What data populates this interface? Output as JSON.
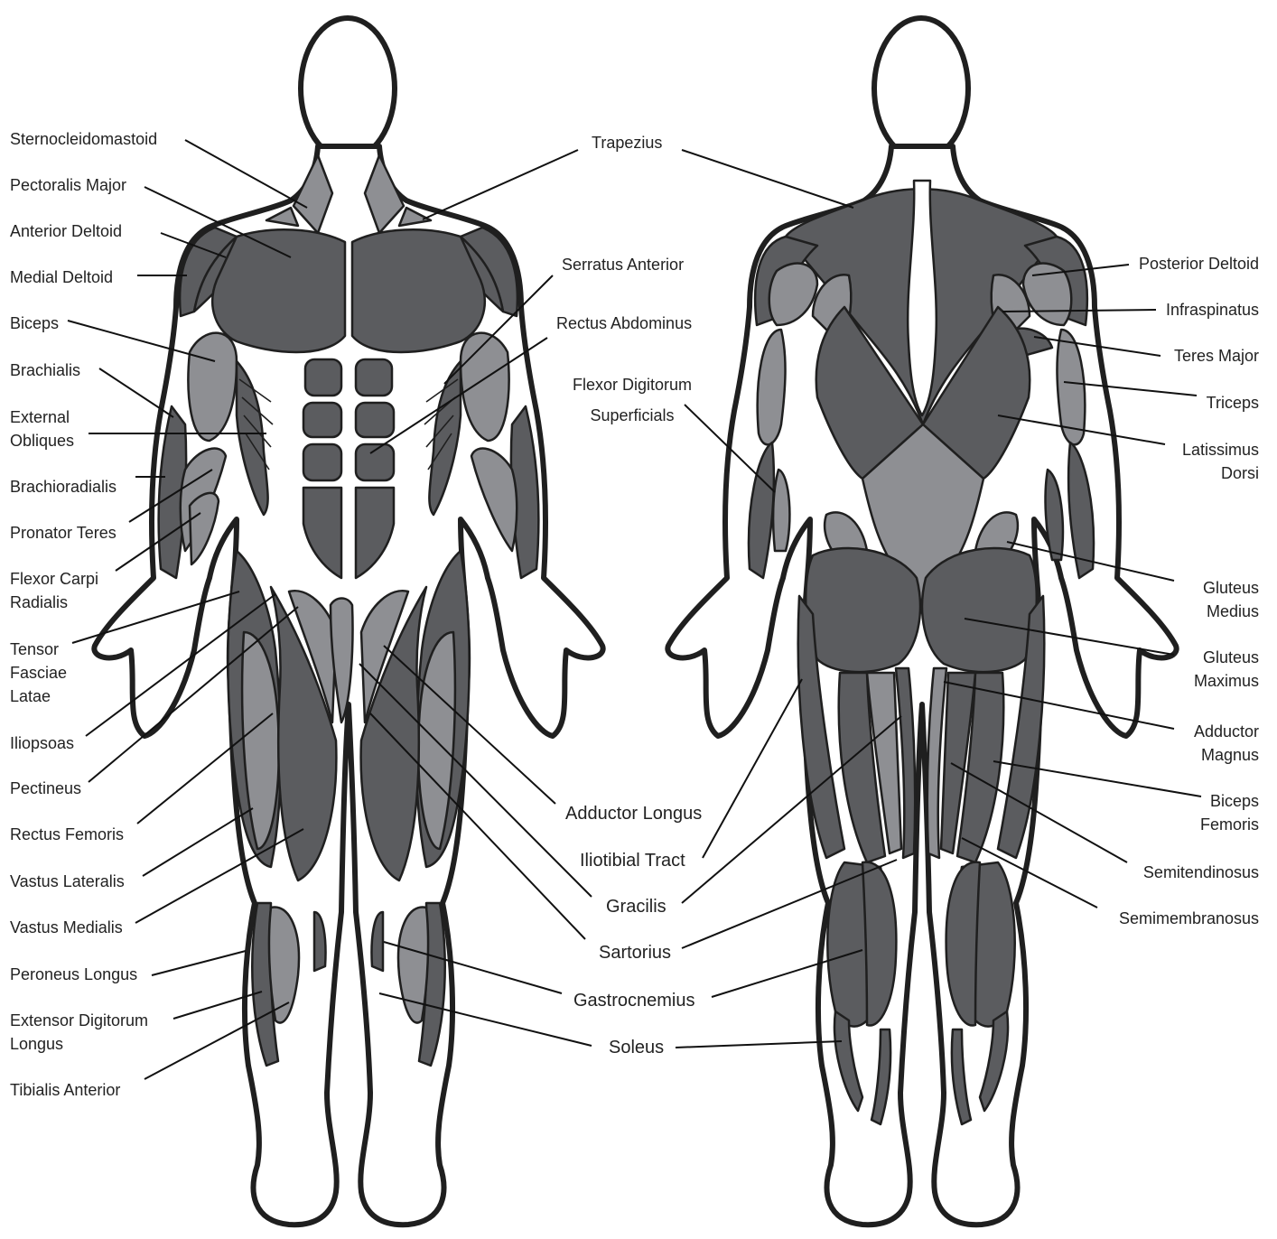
{
  "colors": {
    "outline": "#1f1f1f",
    "muscle_dark": "#5b5c5f",
    "muscle_light": "#8e8f93",
    "skin": "#ffffff",
    "label_text": "#222222"
  },
  "front_labels": {
    "sternocleidomastoid": "Sternocleidomastoid",
    "pectoralis_major": "Pectoralis Major",
    "anterior_deltoid": "Anterior Deltoid",
    "medial_deltoid": "Medial Deltoid",
    "biceps": "Biceps",
    "brachialis": "Brachialis",
    "external_obliques_1": "External",
    "external_obliques_2": "Obliques",
    "brachioradialis": "Brachioradialis",
    "pronator_teres": "Pronator Teres",
    "flexor_carpi_radialis_1": "Flexor Carpi",
    "flexor_carpi_radialis_2": "Radialis",
    "tensor_fasciae_latae_1": "Tensor",
    "tensor_fasciae_latae_2": "Fasciae",
    "tensor_fasciae_latae_3": "Latae",
    "iliopsoas": "Iliopsoas",
    "pectineus": "Pectineus",
    "rectus_femoris": "Rectus Femoris",
    "vastus_lateralis": "Vastus Lateralis",
    "vastus_medialis": "Vastus Medialis",
    "peroneus_longus": "Peroneus Longus",
    "extensor_digitorum_longus_1": "Extensor Digitorum",
    "extensor_digitorum_longus_2": "Longus",
    "tibialis_anterior": "Tibialis Anterior"
  },
  "center_labels": {
    "trapezius": "Trapezius",
    "serratus_anterior": "Serratus Anterior",
    "rectus_abdominus": "Rectus Abdominus",
    "flexor_digitorum_1": "Flexor Digitorum",
    "flexor_digitorum_2": "Superficials",
    "adductor_longus": "Adductor Longus",
    "iliotibial_tract": "Iliotibial Tract",
    "gracilis": "Gracilis",
    "sartorius": "Sartorius",
    "gastrocnemius": "Gastrocnemius",
    "soleus": "Soleus"
  },
  "back_labels": {
    "posterior_deltoid": "Posterior Deltoid",
    "infraspinatus": "Infraspinatus",
    "teres_major": "Teres Major",
    "triceps": "Triceps",
    "latissimus_dorsi_1": "Latissimus",
    "latissimus_dorsi_2": "Dorsi",
    "gluteus_medius_1": "Gluteus",
    "gluteus_medius_2": "Medius",
    "gluteus_maximus_1": "Gluteus",
    "gluteus_maximus_2": "Maximus",
    "adductor_magnus_1": "Adductor",
    "adductor_magnus_2": "Magnus",
    "biceps_femoris_1": "Biceps",
    "biceps_femoris_2": "Femoris",
    "semitendinosus": "Semitendinosus",
    "semimembranosus": "Semimembranosus"
  }
}
